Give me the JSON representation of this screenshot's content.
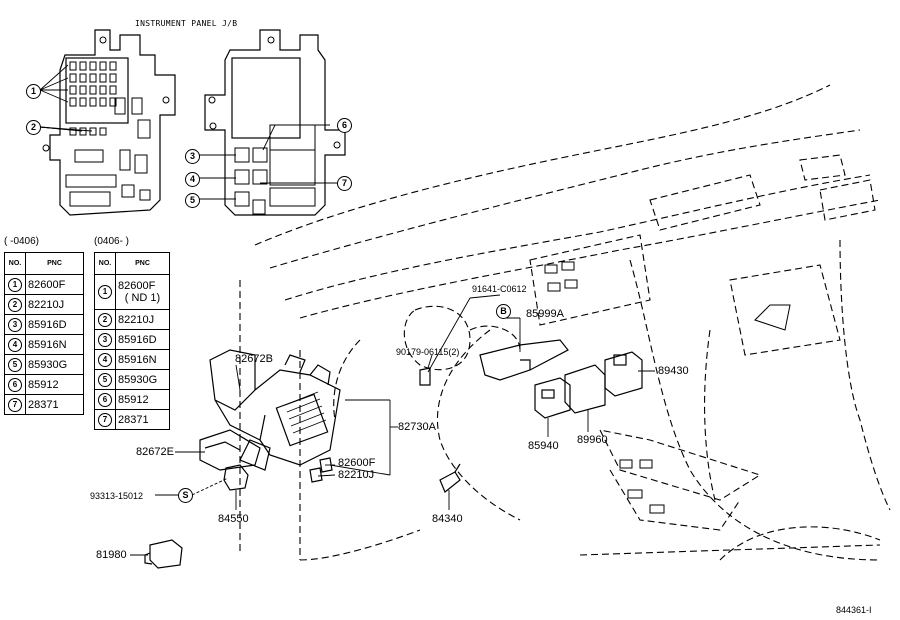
{
  "junction_block": {
    "title": "INSTRUMENT PANEL J/B",
    "callouts": [
      "1",
      "2",
      "3",
      "4",
      "5",
      "6",
      "7"
    ]
  },
  "tables": [
    {
      "range": "(      -0406)",
      "headers": [
        "NO.",
        "PNC"
      ],
      "rows": [
        {
          "no": "1",
          "pnc": "82600F"
        },
        {
          "no": "2",
          "pnc": "82210J"
        },
        {
          "no": "3",
          "pnc": "85916D"
        },
        {
          "no": "4",
          "pnc": "85916N"
        },
        {
          "no": "5",
          "pnc": "85930G"
        },
        {
          "no": "6",
          "pnc": "85912"
        },
        {
          "no": "7",
          "pnc": "28371"
        }
      ]
    },
    {
      "range": "(0406-      )",
      "headers": [
        "NO.",
        "PNC"
      ],
      "rows": [
        {
          "no": "1",
          "pnc": "82600F",
          "note": "( ND 1)"
        },
        {
          "no": "2",
          "pnc": "82210J"
        },
        {
          "no": "3",
          "pnc": "85916D"
        },
        {
          "no": "4",
          "pnc": "85916N"
        },
        {
          "no": "5",
          "pnc": "85930G"
        },
        {
          "no": "6",
          "pnc": "85912"
        },
        {
          "no": "7",
          "pnc": "28371"
        }
      ]
    }
  ],
  "part_labels": {
    "p82672B": "82672B",
    "p82672E": "82672E",
    "p82730A": "82730A",
    "p82600F": "82600F",
    "p82210J": "82210J",
    "p93313": "93313-15012",
    "pS": "S",
    "p84550": "84550",
    "p84340": "84340",
    "p81980": "81980",
    "p91641": "91641-C0612",
    "pB": "B",
    "p85999A": "85999A",
    "p90179": "90179-06115(2)",
    "p89430": "89430",
    "p85940": "85940",
    "p89960": "89960"
  },
  "illustration_id": "844361-I"
}
